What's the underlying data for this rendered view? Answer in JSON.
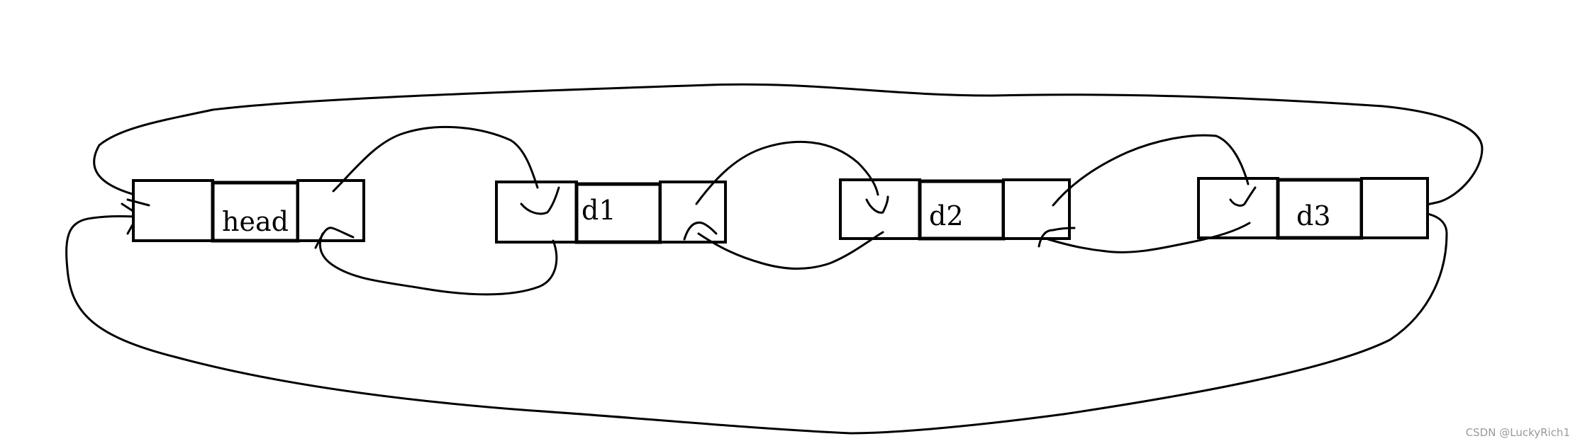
{
  "diagram": {
    "nodes": [
      {
        "id": "head",
        "label": "head"
      },
      {
        "id": "d1",
        "label": "d1"
      },
      {
        "id": "d2",
        "label": "d2"
      },
      {
        "id": "d3",
        "label": "d3"
      }
    ]
  },
  "watermark": "CSDN @LuckyRich1"
}
